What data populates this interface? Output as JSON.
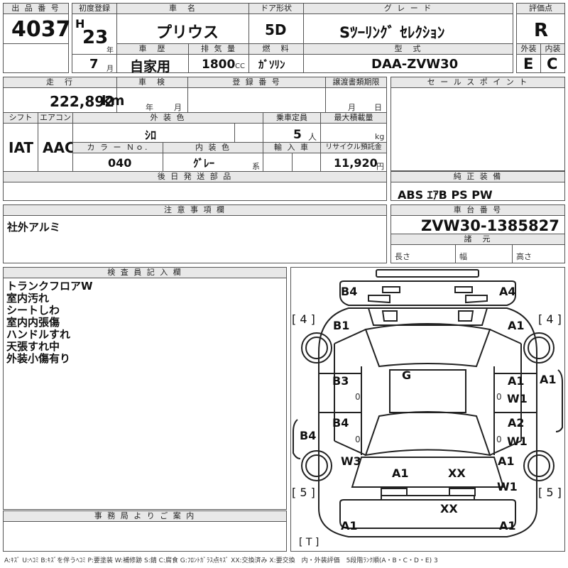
{
  "top": {
    "lot_label": "出 品 番 号",
    "lot_number": "4037",
    "first_reg_label": "初度登録",
    "era": "H",
    "year": "23",
    "year_unit": "年",
    "month": "7",
    "month_unit": "月",
    "car_name_label": "車　名",
    "car_name": "プリウス",
    "history_label": "車　歴",
    "history": "自家用",
    "displacement_label": "排 気 量",
    "displacement": "1800",
    "displacement_unit": "CC",
    "door_label": "ドア形状",
    "door": "5D",
    "fuel_label": "燃　料",
    "fuel": "ｶﾞｿﾘﾝ",
    "grade_label": "グ レ ー ド",
    "grade": "Sﾂｰﾘﾝｸﾞ ｾﾚｸｼｮﾝ",
    "model_label": "型　式",
    "model": "DAA-ZVW30",
    "score_label": "評価点",
    "score": "R",
    "ext_label": "外装",
    "int_label": "内装",
    "ext_grade": "E",
    "int_grade": "C"
  },
  "mid": {
    "mileage_label": "走　行",
    "mileage": "222,892",
    "mileage_unit": "km",
    "inspection_label": "車　検",
    "insp_year_unit": "年",
    "insp_month_unit": "月",
    "reg_no_label": "登 録 番 号",
    "transfer_label": "譲渡書類期限",
    "transfer_month_unit": "月",
    "transfer_day_unit": "日",
    "shift_label": "シフト",
    "shift": "IAT",
    "ac_label": "エアコン",
    "ac": "AAC",
    "ext_color_label": "外 装 色",
    "ext_color": "ｼﾛ",
    "capacity_label": "乗車定員",
    "capacity": "5",
    "capacity_unit": "人",
    "max_load_label": "最大積載量",
    "max_load_unit": "kg",
    "color_no_label": "カ ラ ー Ｎｏ.",
    "color_no": "040",
    "int_color_label": "内 装 色",
    "int_color": "ｸﾞﾚｰ",
    "int_color_suffix": "系",
    "import_label": "輸 入 車",
    "recycle_label": "リサイクル預託金",
    "recycle": "11,920",
    "recycle_unit": "円",
    "later_parts_label": "後 日 発 送 部 品",
    "sales_point_label": "セ ー ル ス ポ イ ン ト",
    "equipment_label": "純 正 装 備",
    "equipment": "ABS ｴｱB PS PW"
  },
  "notes": {
    "caution_label": "注 意 事 項 欄",
    "caution": "社外アルミ",
    "chassis_label": "車 台 番 号",
    "chassis": "ZVW30-1385827",
    "specs_label": "諸　元",
    "length_label": "長さ",
    "width_label": "幅",
    "height_label": "高さ"
  },
  "inspector": {
    "label": "検 査 員 記 入 欄",
    "lines": [
      "トランクフロアW",
      "室内汚れ",
      "シートしわ",
      "室内内張傷",
      "ハンドルすれ",
      "天張すれ中",
      "外装小傷有り"
    ]
  },
  "office": {
    "label": "事 務 局 よ り ご 案 内"
  },
  "diagram": {
    "b4_rear_left": "B4",
    "a4_rear_right": "A4",
    "tire_rl": "[ 4 ]",
    "tire_rr": "[ 4 ]",
    "b1": "B1",
    "a1_rear_right": "A1",
    "g": "G",
    "b3": "B3",
    "a1_door_rr": "A1",
    "w1_door_rr": "W1",
    "a1_right_edge": "A1",
    "b4_door_fl": "B4",
    "a2_door_fr": "A2",
    "w1_door_fr": "W1",
    "b4_left_edge": "B4",
    "w3": "W3",
    "a1_front_right": "A1",
    "a1_hood_left": "A1",
    "xx_hood": "XX",
    "w1_front_right": "W1",
    "tire_fl": "[ 5 ]",
    "tire_fr": "[ 5 ]",
    "xx_bumper": "XX",
    "a1_bumper_left": "A1",
    "a1_bumper_right": "A1",
    "zero_1": "0",
    "zero_2": "0",
    "zero_3": "0",
    "zero_4": "0",
    "spare": "[ T ]"
  },
  "legend": "A:ｷｽﾞ U:ﾍｺﾐ B:ｷｽﾞを伴うﾍｺﾐ P:要塗装 W:補修跡 S:錆 C:腐食 G:ﾌﾛﾝﾄｶﾞﾗｽ点ｷｽﾞ XX:交換済み X:要交換　内・外装評価　5段階ﾗﾝｸ順(A・B・C・D・E) 3"
}
